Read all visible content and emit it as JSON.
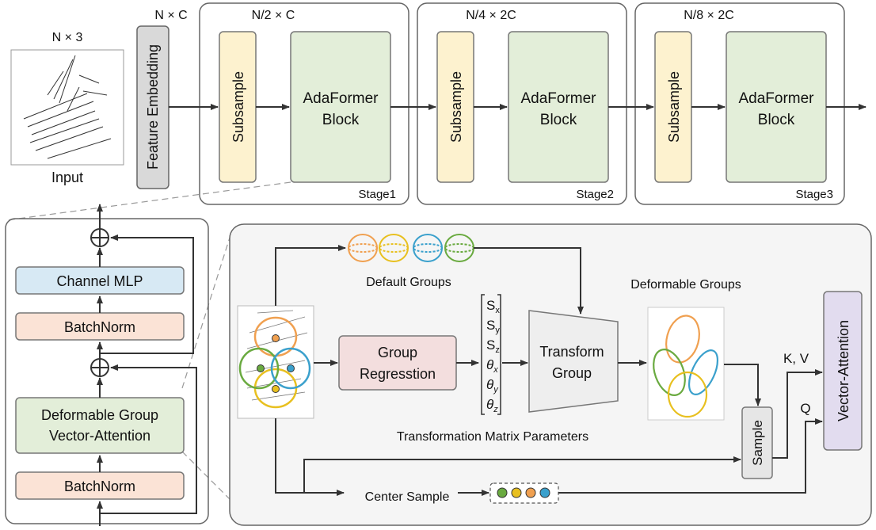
{
  "top": {
    "input_dim": "N × 3",
    "input_label": "Input",
    "embed_dim": "N × C",
    "feature_embedding": "Feature Embedding",
    "stages": [
      {
        "dim": "N/2 × C",
        "subsample": "Subsample",
        "block_line1": "AdaFormer",
        "block_line2": "Block",
        "name": "Stage1"
      },
      {
        "dim": "N/4 × 2C",
        "subsample": "Subsample",
        "block_line1": "AdaFormer",
        "block_line2": "Block",
        "name": "Stage2"
      },
      {
        "dim": "N/8 × 2C",
        "subsample": "Subsample",
        "block_line1": "AdaFormer",
        "block_line2": "Block",
        "name": "Stage3"
      }
    ]
  },
  "left_block": {
    "channel_mlp": "Channel MLP",
    "batchnorm_top": "BatchNorm",
    "dgva_line1": "Deformable Group",
    "dgva_line2": "Vector-Attention",
    "batchnorm_bottom": "BatchNorm"
  },
  "detail": {
    "default_groups": "Default Groups",
    "deformable_groups": "Deformable Groups",
    "group_regression_line1": "Group",
    "group_regression_line2": "Regresstion",
    "params": [
      {
        "base": "S",
        "sub": "x"
      },
      {
        "base": "S",
        "sub": "y"
      },
      {
        "base": "S",
        "sub": "z"
      },
      {
        "base": "θ",
        "sub": "x"
      },
      {
        "base": "θ",
        "sub": "y"
      },
      {
        "base": "θ",
        "sub": "z"
      }
    ],
    "transform_line1": "Transform",
    "transform_line2": "Group",
    "transformation_caption": "Transformation Matrix Parameters",
    "sample": "Sample",
    "kv": "K, V",
    "q": "Q",
    "vector_attention": "Vector-Attention",
    "center_sample": "Center Sample"
  },
  "colors": {
    "orange": "#f0a050",
    "yellow": "#e8c020",
    "blue": "#3aa0cc",
    "green": "#6aaa40",
    "subsample_fill": "#fdf2cf",
    "block_fill": "#e3eed9",
    "mlp_fill": "#d7e9f4",
    "batchnorm_fill": "#fbe3d6",
    "regression_fill": "#f3dede",
    "attention_fill": "#e2dcef"
  }
}
